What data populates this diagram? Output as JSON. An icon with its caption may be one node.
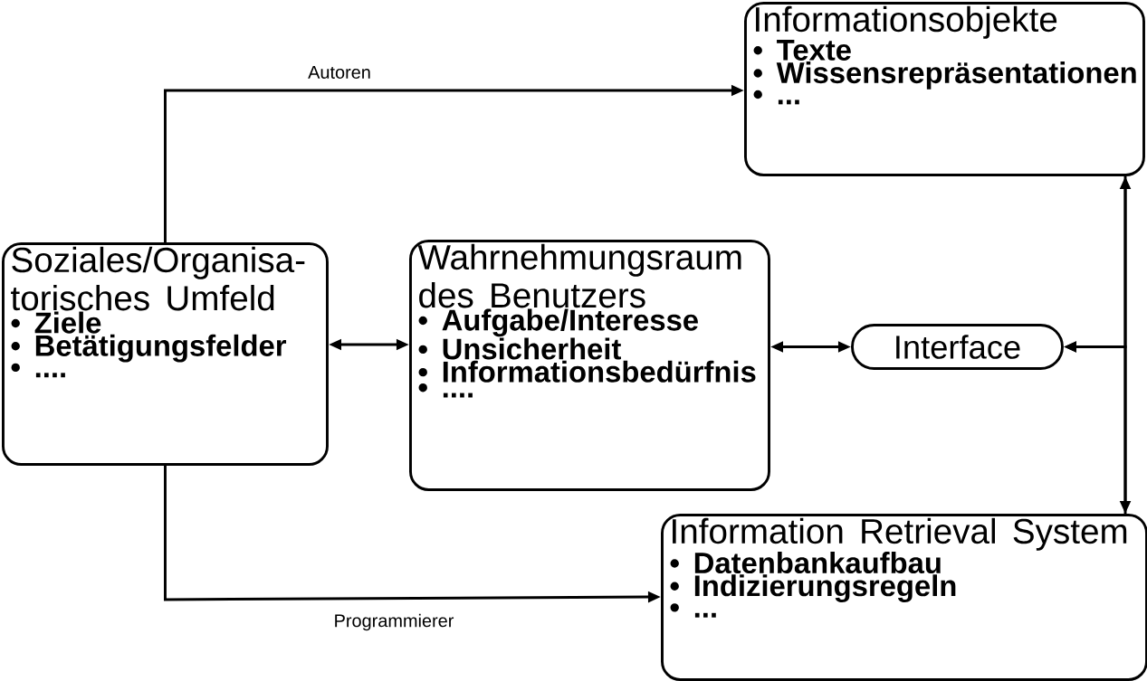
{
  "diagram": {
    "nodes": [
      {
        "text": [
          "Informationsobjekte",
          "• Texte",
          "• Wissensrepräsentationen",
          "• ..."
        ]
      },
      {
        "text": [
          "Soziales/Organisa-torisches Umfeld",
          "• Ziele",
          "• Betätigungsfelder",
          "• ...."
        ]
      },
      {
        "text": [
          "Wahrnehmungsraum des Benutzers",
          "• Aufgabe/Interesse",
          "• Unsicherheit",
          "• Informationsbedürfnis",
          "• ...."
        ]
      },
      {
        "text": [
          "Interface"
        ]
      },
      {
        "text": [
          "Information Retrieval System",
          "• Datenbankaufbau",
          "• Indizierungsregeln",
          "• ..."
        ]
      }
    ],
    "edges": [
      {
        "from": 1,
        "to": 0,
        "arrow": "to",
        "label": "Autoren"
      },
      {
        "from": 1,
        "to": 4,
        "arrow": "to",
        "label": "Programmierer"
      },
      {
        "from": 1,
        "to": 2,
        "arrow": "both"
      },
      {
        "from": 2,
        "to": 3,
        "arrow": "both"
      },
      {
        "from": 0,
        "to": 4,
        "arrow": "both"
      },
      {
        "from": 0,
        "to": 3,
        "arrow": "to"
      },
      {
        "from": 4,
        "to": 3,
        "arrow": "to"
      }
    ]
  }
}
